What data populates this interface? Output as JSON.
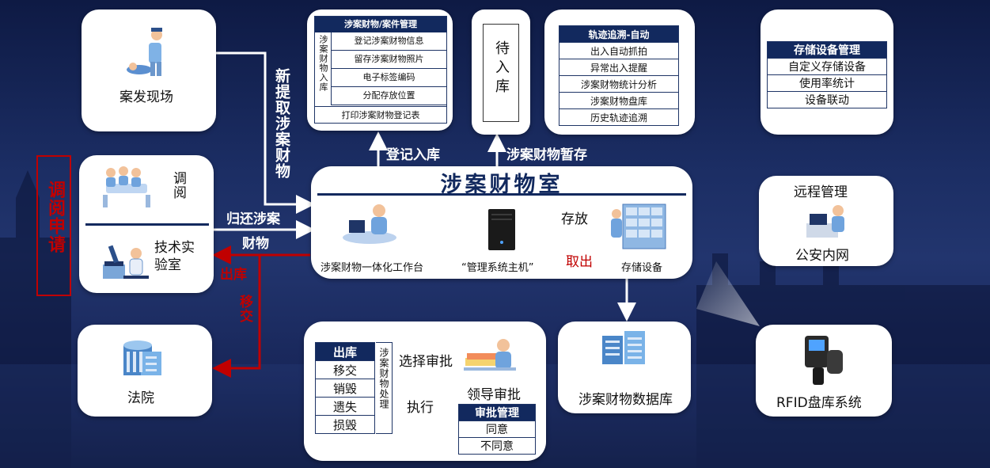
{
  "colors": {
    "navy": "#12295e",
    "red": "#c00000",
    "card": "#ffffff",
    "bg": "#1b2d63"
  },
  "scene": {
    "label": "案发现场",
    "icon": "police-icon"
  },
  "review": {
    "label": "调阅",
    "icon": "meeting-icon"
  },
  "lab": {
    "label": "技术实验室",
    "icon": "microscope-icon"
  },
  "court": {
    "label": "法院",
    "icon": "building-icon"
  },
  "request_box": {
    "label": "调阅申请"
  },
  "intake": {
    "header": "涉案财物/案件管理",
    "side": "涉案财物入库",
    "rows": [
      "登记涉案财物信息",
      "留存涉案财物照片",
      "电子标签编码",
      "分配存放位置"
    ],
    "footer": "打印涉案财物登记表"
  },
  "pending": {
    "label": "待入库"
  },
  "tracking": {
    "header": "轨迹追溯-自动",
    "rows": [
      "出入自动抓拍",
      "异常出入提醒",
      "涉案财物统计分析",
      "涉案财物盘库",
      "历史轨迹追溯"
    ]
  },
  "storage_mgmt": {
    "header": "存储设备管理",
    "rows": [
      "自定义存储设备",
      "使用率统计",
      "设备联动"
    ]
  },
  "remote": {
    "title": "远程管理",
    "label": "公安内网"
  },
  "room": {
    "title": "涉案财物室",
    "workstation": "涉案财物一体化工作台",
    "host": "“管理系统主机”",
    "storage": "存储设备",
    "store_label": "存放",
    "fetch_label": "取出"
  },
  "database": {
    "label": "涉案财物数据库"
  },
  "rfid": {
    "label": "RFID盘库系统"
  },
  "disposal": {
    "header": "出库",
    "rows": [
      "移交",
      "销毁",
      "遗失",
      "损毁"
    ],
    "side": "涉案财物处理",
    "select_label": "选择审批",
    "execute_label": "执行",
    "leader_label": "领导审批"
  },
  "approval": {
    "header": "审批管理",
    "rows": [
      "同意",
      "不同意"
    ]
  },
  "flows": {
    "new_extract": "新提取涉案财物",
    "return_label_1": "归还涉案",
    "return_label_2": "财物",
    "register": "登记入库",
    "temp_store": "涉案财物暂存",
    "outbound": "出库",
    "transfer": "移交"
  }
}
